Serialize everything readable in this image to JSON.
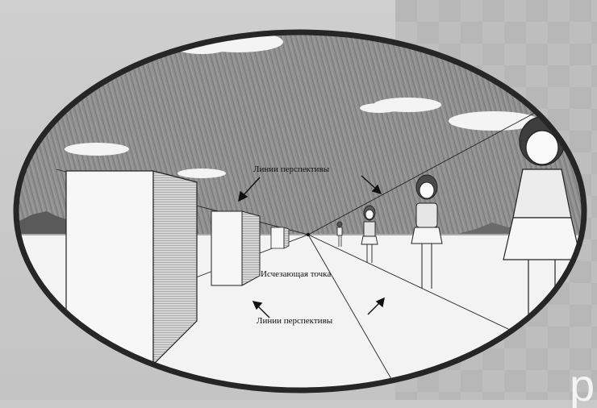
{
  "labels": {
    "perspective_lines_top": "Линии перспективы",
    "vanishing_point": "Исчезающая точка",
    "perspective_lines_bottom": "Линии перспективы"
  },
  "corner_glyph": "p",
  "colors": {
    "frame": "#262626",
    "sky": "#8a8a8a",
    "ground": "#f2f2f2",
    "slide_bg": "#c6c6c6"
  }
}
